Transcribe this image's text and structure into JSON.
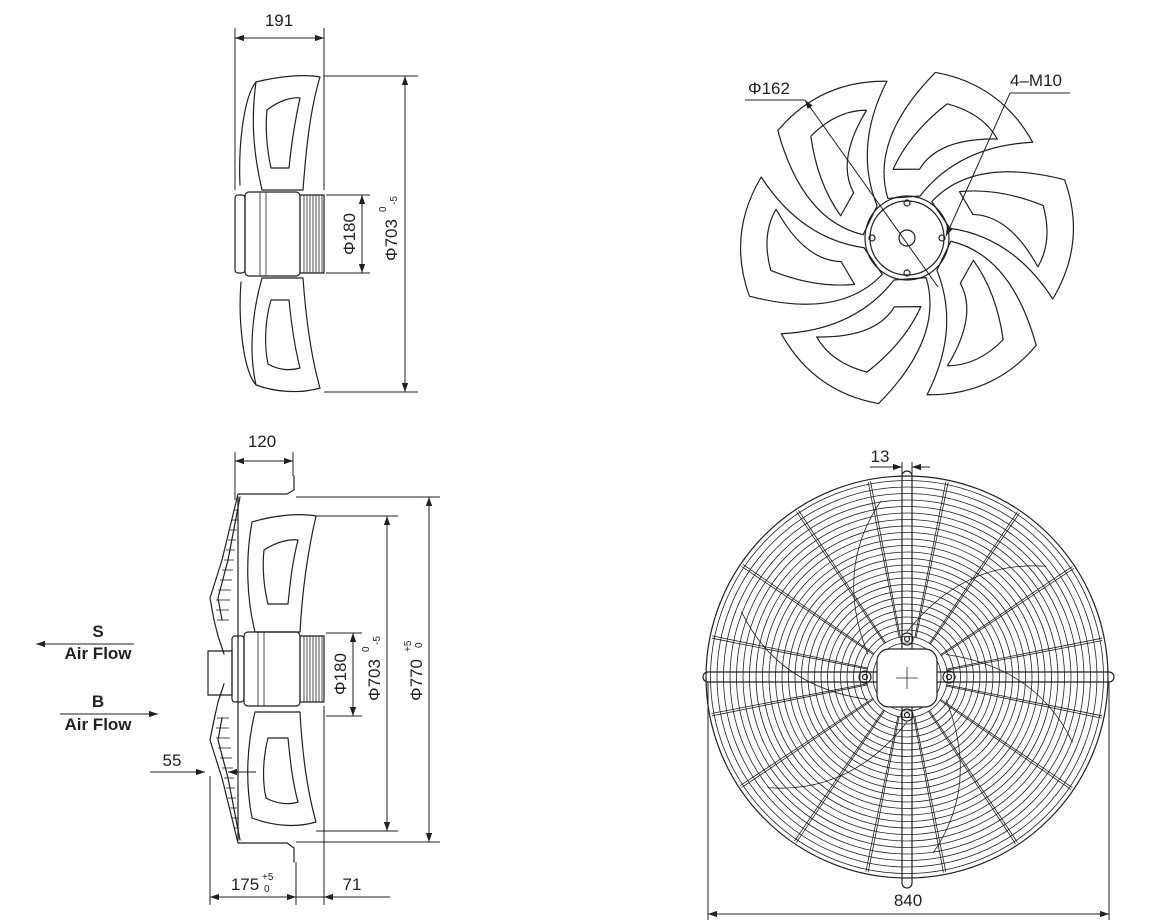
{
  "side_view_top": {
    "width_label": "191",
    "hub_diameter_label": "Φ180",
    "blade_diameter_label": "Φ703",
    "blade_tol_upper": "0",
    "blade_tol_lower": "-5"
  },
  "front_view_top": {
    "bolt_circle_label": "Φ162",
    "bolt_label": "4–M10"
  },
  "side_view_bottom": {
    "width_label": "120",
    "hub_diameter_label": "Φ180",
    "blade_diameter_label": "Φ703",
    "blade_tol_upper": "0",
    "blade_tol_lower": "-5",
    "guard_diameter_label": "Φ770",
    "guard_tol_upper": "+5",
    "guard_tol_lower": "0",
    "offset_label": "55",
    "depth_label": "175",
    "depth_tol_upper": "+5",
    "depth_tol_lower": "0",
    "rear_label": "71",
    "airflow_s_letter": "S",
    "airflow_s_text": "Air Flow",
    "airflow_b_letter": "B",
    "airflow_b_text": "Air Flow"
  },
  "front_view_bottom": {
    "bracket_width_label": "13",
    "overall_width_label": "840"
  }
}
